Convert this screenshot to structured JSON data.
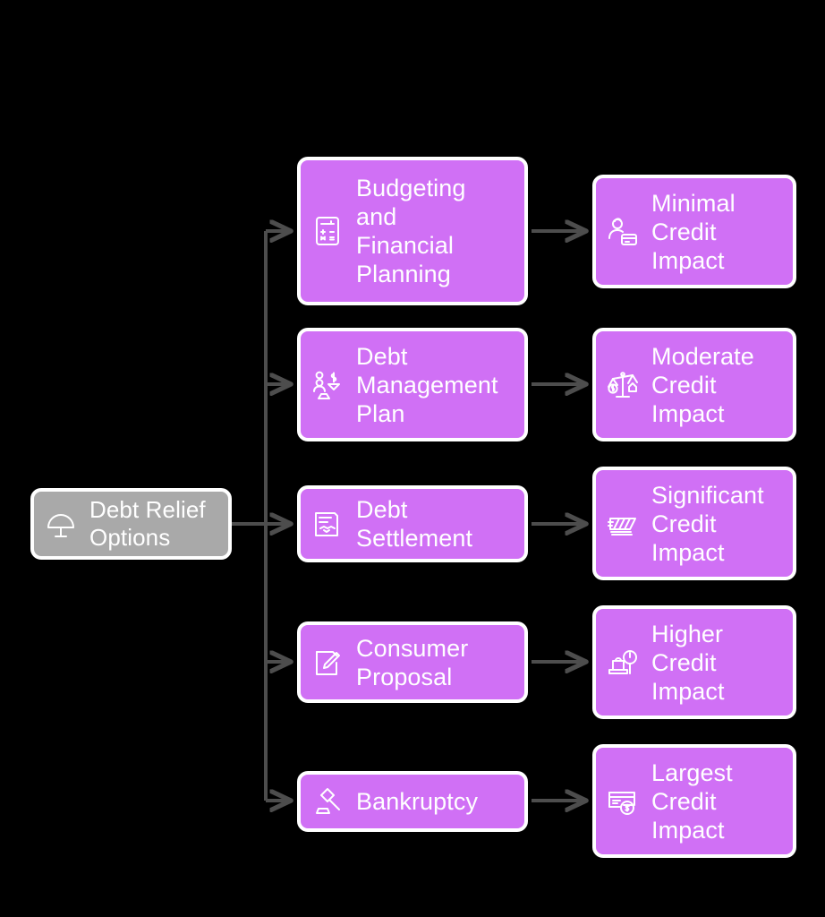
{
  "diagram": {
    "title": "Debt Relief Options",
    "type": "flowchart",
    "orientation": "left-to-right",
    "colors": {
      "background": "#000000",
      "root_node_fill": "#a9a9a9",
      "option_node_fill": "#d070f5",
      "impact_node_fill": "#d070f5",
      "node_border": "#ffffff",
      "node_text": "#ffffff",
      "edge": "#4d4d4d"
    },
    "root": {
      "id": "root",
      "label": "Debt Relief\nOptions",
      "icon": "umbrella-icon"
    },
    "options": [
      {
        "id": "budgeting",
        "label": "Budgeting\nand\nFinancial\nPlanning",
        "icon": "calculator-icon"
      },
      {
        "id": "debt-management-plan",
        "label": "Debt\nManagement\nPlan",
        "icon": "money-scale-person-icon"
      },
      {
        "id": "debt-settlement",
        "label": "Debt\nSettlement",
        "icon": "document-handshake-icon"
      },
      {
        "id": "consumer-proposal",
        "label": "Consumer\nProposal",
        "icon": "document-pencil-icon"
      },
      {
        "id": "bankruptcy",
        "label": "Bankruptcy",
        "icon": "gavel-icon"
      }
    ],
    "impacts": [
      {
        "id": "minimal-credit-impact",
        "label": "Minimal\nCredit\nImpact",
        "icon": "person-credit-card-icon"
      },
      {
        "id": "moderate-credit-impact",
        "label": "Moderate\nCredit\nImpact",
        "icon": "balance-scale-icon"
      },
      {
        "id": "significant-credit-impact",
        "label": "Significant\nCredit\nImpact",
        "icon": "cash-stack-icon"
      },
      {
        "id": "higher-credit-impact",
        "label": "Higher\nCredit\nImpact",
        "icon": "bag-on-scale-icon"
      },
      {
        "id": "largest-credit-impact",
        "label": "Largest\nCredit\nImpact",
        "icon": "credit-card-dollar-icon"
      }
    ],
    "edges": [
      {
        "from": "root",
        "to": "budgeting"
      },
      {
        "from": "root",
        "to": "debt-management-plan"
      },
      {
        "from": "root",
        "to": "debt-settlement"
      },
      {
        "from": "root",
        "to": "consumer-proposal"
      },
      {
        "from": "root",
        "to": "bankruptcy"
      },
      {
        "from": "budgeting",
        "to": "minimal-credit-impact"
      },
      {
        "from": "debt-management-plan",
        "to": "moderate-credit-impact"
      },
      {
        "from": "debt-settlement",
        "to": "significant-credit-impact"
      },
      {
        "from": "consumer-proposal",
        "to": "higher-credit-impact"
      },
      {
        "from": "bankruptcy",
        "to": "largest-credit-impact"
      }
    ]
  }
}
